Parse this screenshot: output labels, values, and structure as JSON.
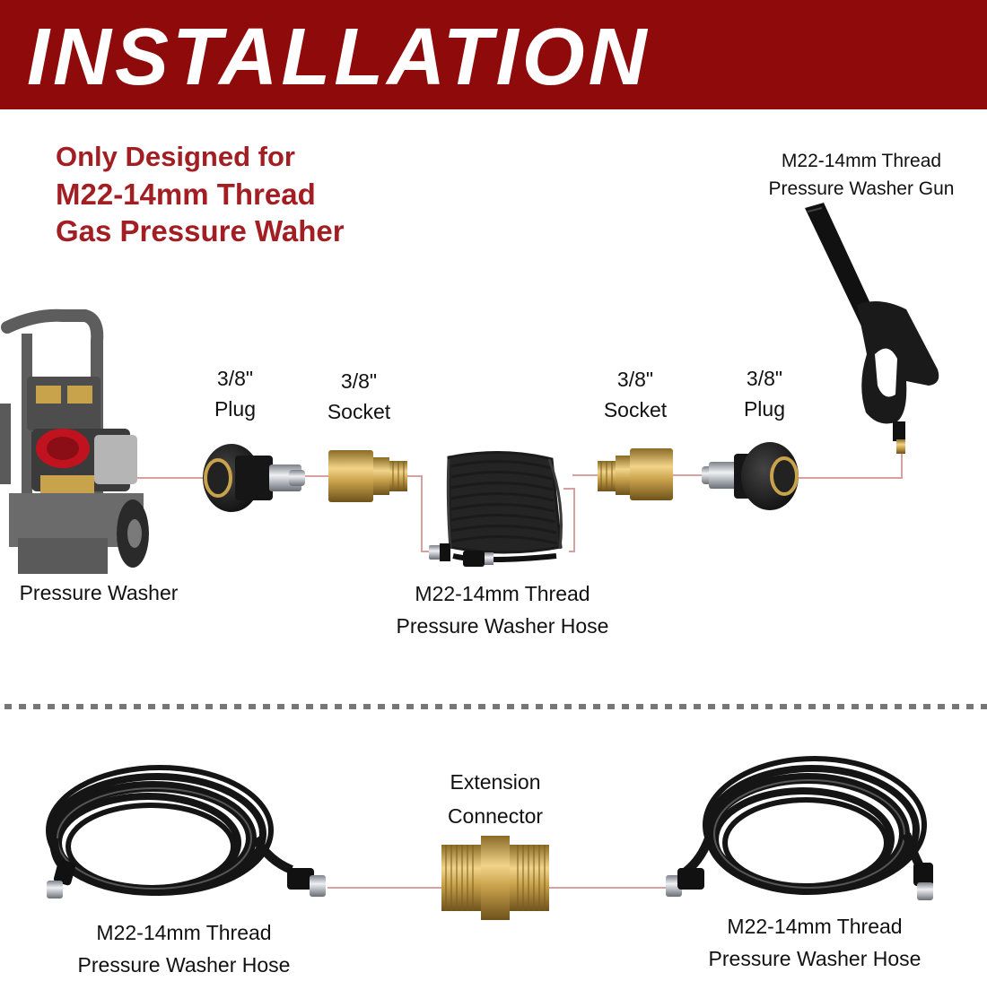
{
  "banner": {
    "title": "INSTALLATION"
  },
  "headline": {
    "line1": "Only Designed for",
    "line2": "M22-14mm Thread",
    "line3": "Gas Pressure Waher"
  },
  "labels": {
    "gun_line1": "M22-14mm Thread",
    "gun_line2": "Pressure Washer Gun",
    "plug_left_size": "3/8\"",
    "plug_left_name": "Plug",
    "socket_left_size": "3/8\"",
    "socket_left_name": "Socket",
    "socket_right_size": "3/8\"",
    "socket_right_name": "Socket",
    "plug_right_size": "3/8\"",
    "plug_right_name": "Plug",
    "pressure_washer": "Pressure Washer",
    "hose_center_line1": "M22-14mm Thread",
    "hose_center_line2": "Pressure Washer Hose",
    "extension_line1": "Extension",
    "extension_line2": "Connector",
    "hose_left_line1": "M22-14mm Thread",
    "hose_left_line2": "Pressure Washer Hose",
    "hose_right_line1": "M22-14mm Thread",
    "hose_right_line2": "Pressure Washer Hose"
  },
  "colors": {
    "banner": "#8f0a0a",
    "headline": "#a31e22",
    "connector_line": "#d9a0a0",
    "brass": "#c9a24c",
    "hose": "#1b1b1b",
    "divider": "#777777"
  }
}
